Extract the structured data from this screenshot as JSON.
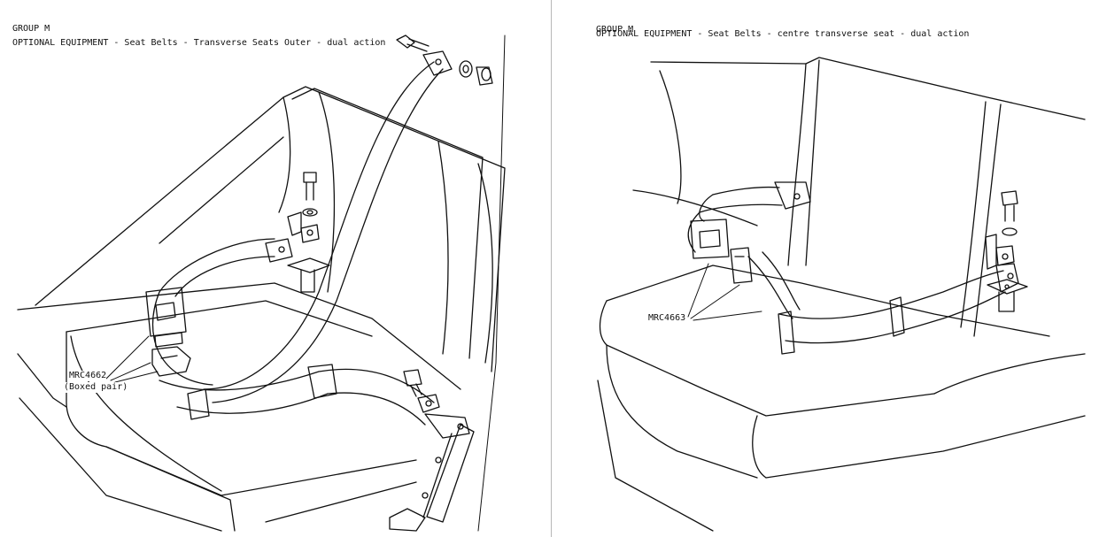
{
  "left_panel": {
    "group": "GROUP M",
    "title": "OPTIONAL EQUIPMENT - Seat Belts - Transverse Seats Outer - dual action",
    "part_number": "MRC4662",
    "part_note": "(Boxed pair)"
  },
  "right_panel": {
    "group": "GROUP M",
    "title": "OPTIONAL EQUIPMENT - Seat Belts - centre transverse seat - dual action",
    "part_number": "MRC4663"
  },
  "colors": {
    "ink": "#111111",
    "paper": "#ffffff",
    "divider": "#b8b8b8"
  }
}
